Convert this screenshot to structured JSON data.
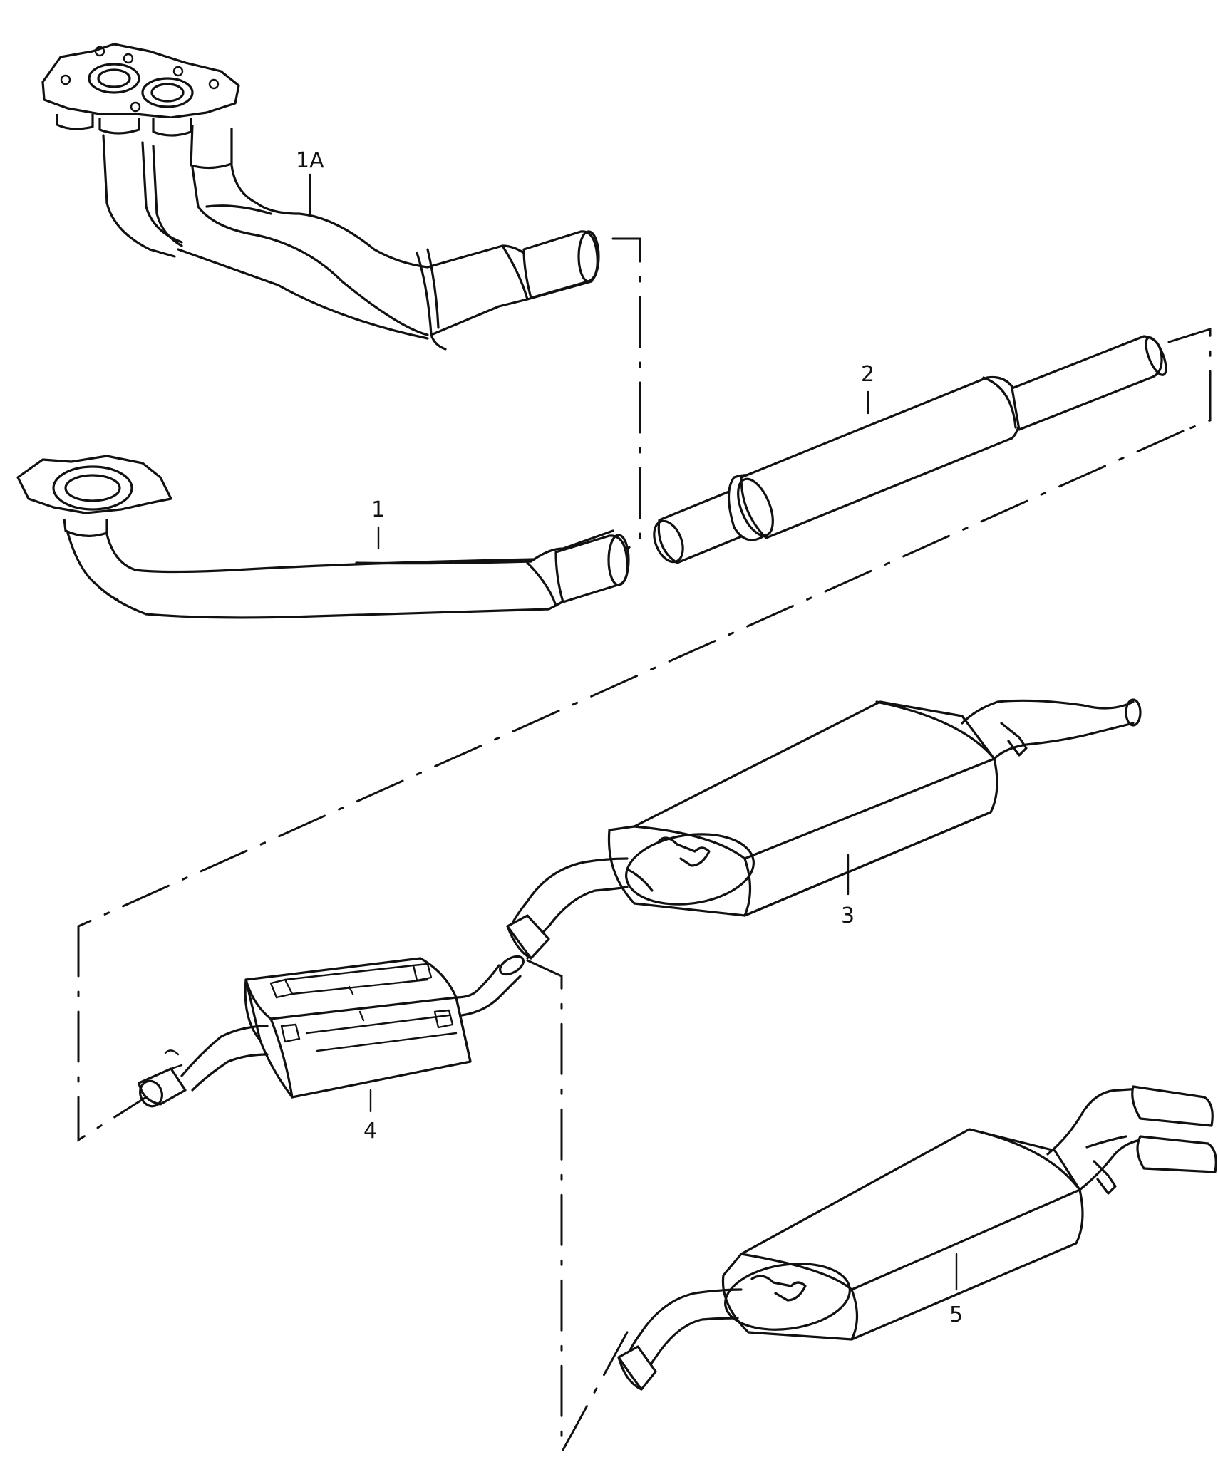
{
  "diagram": {
    "colors": {
      "line": "#111111",
      "background": "#ffffff"
    },
    "parts": [
      {
        "id": "part-1a",
        "label": "1A"
      },
      {
        "id": "part-1",
        "label": "1"
      },
      {
        "id": "part-2",
        "label": "2"
      },
      {
        "id": "part-3",
        "label": "3"
      },
      {
        "id": "part-4",
        "label": "4"
      },
      {
        "id": "part-5",
        "label": "5"
      }
    ]
  }
}
